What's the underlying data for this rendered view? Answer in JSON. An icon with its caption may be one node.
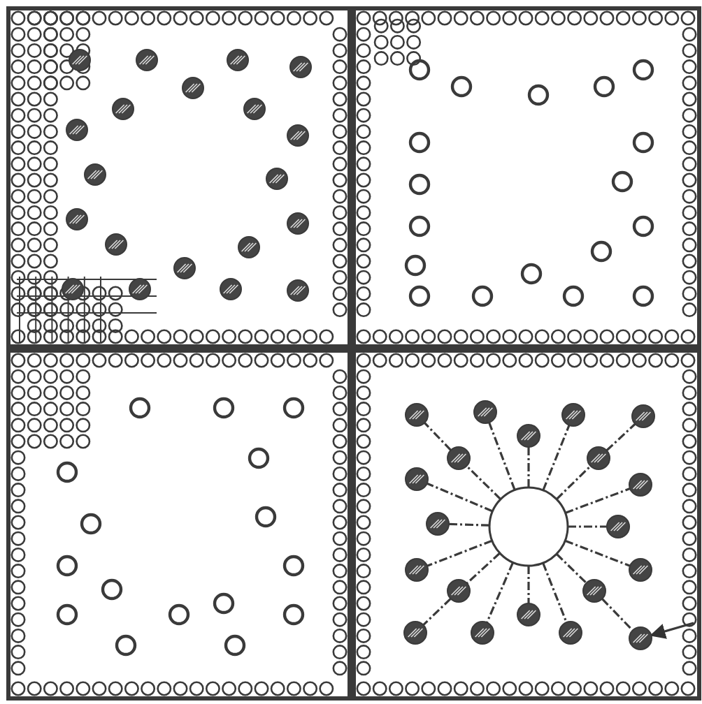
{
  "diagram": {
    "nodes": [
      {
        "text": [],
        "shape": "circle"
      },
      {
        "text": [],
        "shape": "circle"
      },
      {
        "text": [],
        "shape": "circle"
      },
      {
        "text": [],
        "shape": "circle"
      },
      {
        "text": [],
        "shape": "circle"
      },
      {
        "text": [],
        "shape": "circle"
      },
      {
        "text": [],
        "shape": "circle"
      },
      {
        "text": [],
        "shape": "circle"
      },
      {
        "text": [],
        "shape": "circle"
      },
      {
        "text": [],
        "shape": "circle"
      },
      {
        "text": [],
        "shape": "circle"
      },
      {
        "text": [],
        "shape": "circle"
      },
      {
        "text": [],
        "shape": "circle"
      },
      {
        "text": [],
        "shape": "circle"
      },
      {
        "text": [],
        "shape": "circle"
      },
      {
        "text": [],
        "shape": "circle"
      },
      {
        "text": [],
        "shape": "circle"
      },
      {
        "text": [],
        "shape": "circle"
      },
      {
        "text": [],
        "shape": "circle"
      },
      {
        "text": [],
        "shape": "circle"
      },
      {
        "text": [],
        "shape": "circle"
      }
    ],
    "edges": [
      {
        "from": 0,
        "to": 6,
        "arrow": "none",
        "style": "dashed"
      },
      {
        "from": 6,
        "to": 1,
        "arrow": "none",
        "style": "dashed"
      },
      {
        "from": 0,
        "to": 2,
        "arrow": "none",
        "style": "dashed"
      },
      {
        "from": 0,
        "to": 5,
        "arrow": "none",
        "style": "dashed"
      },
      {
        "from": 0,
        "to": 3,
        "arrow": "none",
        "style": "dashed"
      },
      {
        "from": 0,
        "to": 7,
        "arrow": "none",
        "style": "dashed"
      },
      {
        "from": 7,
        "to": 4,
        "arrow": "none",
        "style": "dashed"
      },
      {
        "from": 0,
        "to": 8,
        "arrow": "none",
        "style": "dashed"
      },
      {
        "from": 0,
        "to": 9,
        "arrow": "none",
        "style": "dashed"
      },
      {
        "from": 0,
        "to": 10,
        "arrow": "none",
        "style": "dashed"
      },
      {
        "from": 0,
        "to": 11,
        "arrow": "none",
        "style": "dashed"
      },
      {
        "from": 0,
        "to": 12,
        "arrow": "none",
        "style": "dashed"
      },
      {
        "from": 0,
        "to": 13,
        "arrow": "none",
        "style": "dashed"
      },
      {
        "from": 0,
        "to": 14,
        "arrow": "none",
        "style": "dashed"
      },
      {
        "from": 14,
        "to": 17,
        "arrow": "none",
        "style": "dashed"
      },
      {
        "from": 0,
        "to": 16,
        "arrow": "none",
        "style": "dashed"
      },
      {
        "from": 0,
        "to": 18,
        "arrow": "none",
        "style": "dashed"
      },
      {
        "from": 0,
        "to": 19,
        "arrow": "none",
        "style": "dashed"
      },
      {
        "from": 0,
        "to": 15,
        "arrow": "none",
        "style": "dashed"
      },
      {
        "from": 15,
        "to": 20,
        "arrow": "none",
        "style": "dashed"
      },
      {
        "from": null,
        "to": 20,
        "arrow": "to"
      }
    ]
  }
}
